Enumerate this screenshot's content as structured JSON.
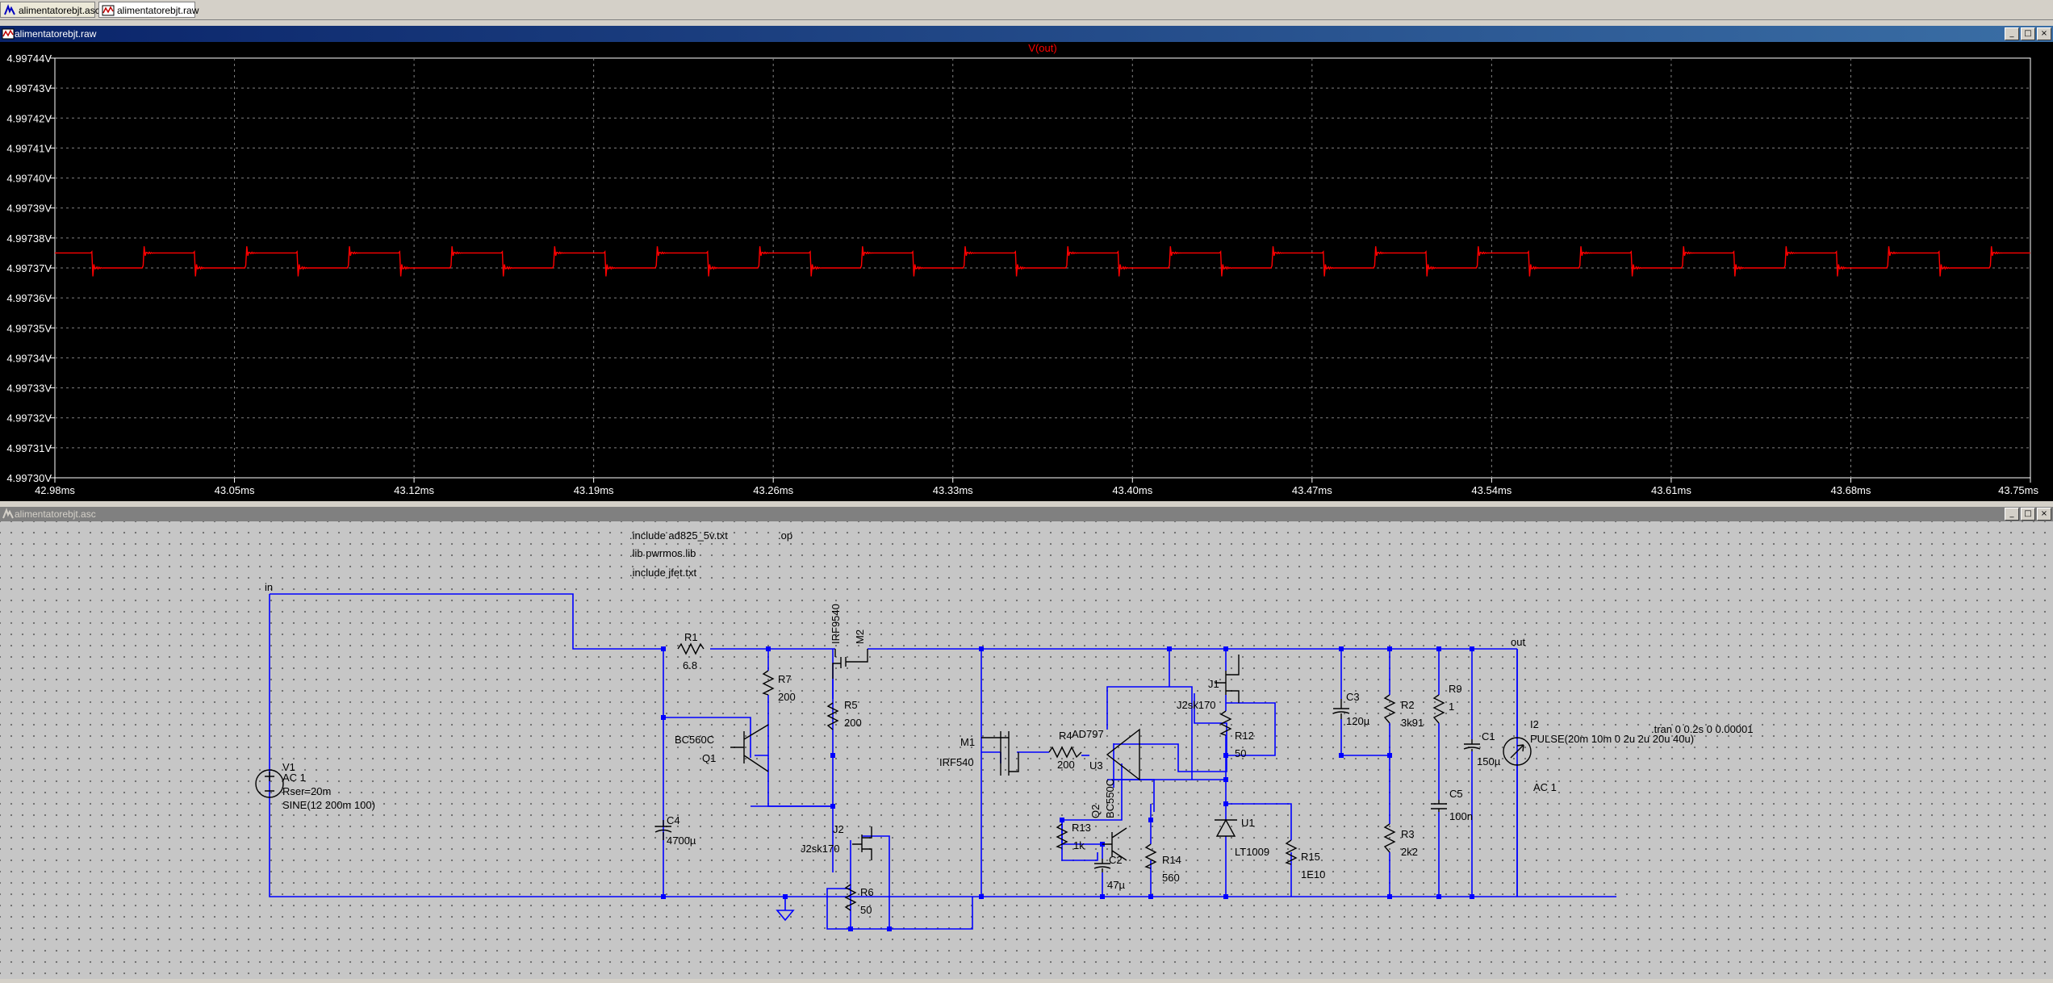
{
  "tabs": [
    {
      "label": "alimentatorebjt.asc",
      "icon": "schematic-icon"
    },
    {
      "label": "alimentatorebjt.raw",
      "icon": "waveform-icon"
    }
  ],
  "plot_window": {
    "title": "alimentatorebjt.raw",
    "trace_label": "V(out)"
  },
  "schematic_window": {
    "title": "alimentatorebjt.asc"
  },
  "window_buttons": {
    "minimize": "_",
    "restore": "□",
    "close": "×"
  },
  "colors": {
    "trace": "#ff0000",
    "wire": "#0000ff",
    "component": "#000000",
    "grid": "#808080"
  },
  "chart_data": {
    "type": "line",
    "title": "V(out)",
    "y_ticks": [
      "4.99744V",
      "4.99743V",
      "4.99742V",
      "4.99741V",
      "4.99740V",
      "4.99739V",
      "4.99738V",
      "4.99737V",
      "4.99736V",
      "4.99735V",
      "4.99734V",
      "4.99733V",
      "4.99732V",
      "4.99731V",
      "4.99730V"
    ],
    "x_ticks": [
      "42.98ms",
      "43.05ms",
      "43.12ms",
      "43.19ms",
      "43.26ms",
      "43.33ms",
      "43.40ms",
      "43.47ms",
      "43.54ms",
      "43.61ms",
      "43.68ms",
      "43.75ms"
    ],
    "xlim": [
      42.98,
      43.75
    ],
    "ylim": [
      4.9973,
      4.99744
    ],
    "grid": true,
    "series": [
      {
        "name": "V(out)",
        "period_ms": 0.04,
        "high": 4.997375,
        "low": 4.99737,
        "peak": 4.997382,
        "trough": 4.997361
      }
    ]
  },
  "schematic": {
    "directives": [
      ".include ad825_5v.txt",
      ".op",
      ".lib pwrmos.lib",
      ".include jfet.txt",
      ".tran 0 0.2s 0 0.00001"
    ],
    "net_labels": [
      "in",
      "out"
    ],
    "components": [
      {
        "ref": "V1",
        "lines": [
          "AC 1",
          "Rser=20m",
          "SINE(12 200m 100)"
        ]
      },
      {
        "ref": "R1",
        "value": "6.8"
      },
      {
        "ref": "R7",
        "value": "200"
      },
      {
        "ref": "R5",
        "value": "200"
      },
      {
        "ref": "M2",
        "value": "IRF9540"
      },
      {
        "ref": "Q1",
        "value": "BC560C"
      },
      {
        "ref": "C4",
        "value": "4700µ"
      },
      {
        "ref": "J2",
        "value": "J2sk170"
      },
      {
        "ref": "R6",
        "value": "50"
      },
      {
        "ref": "M1",
        "value": "IRF540"
      },
      {
        "ref": "R4",
        "value": "200"
      },
      {
        "ref": "U3",
        "value": "AD797"
      },
      {
        "ref": "Q2",
        "value": "BC550C"
      },
      {
        "ref": "R13",
        "value": "1k"
      },
      {
        "ref": "C2",
        "value": "47µ"
      },
      {
        "ref": "R14",
        "value": "560"
      },
      {
        "ref": "J1",
        "value": "J2sk170"
      },
      {
        "ref": "R12",
        "value": "50"
      },
      {
        "ref": "U1",
        "value": "LT1009"
      },
      {
        "ref": "R15",
        "value": "1E10"
      },
      {
        "ref": "C3",
        "value": "120µ"
      },
      {
        "ref": "R2",
        "value": "3k91"
      },
      {
        "ref": "R3",
        "value": "2k2"
      },
      {
        "ref": "R9",
        "value": "1"
      },
      {
        "ref": "C5",
        "value": "100n"
      },
      {
        "ref": "C1",
        "value": "150µ"
      },
      {
        "ref": "I2",
        "lines": [
          "PULSE(20m 10m 0 2u 2u 20u 40u)",
          "AC 1"
        ]
      }
    ]
  }
}
